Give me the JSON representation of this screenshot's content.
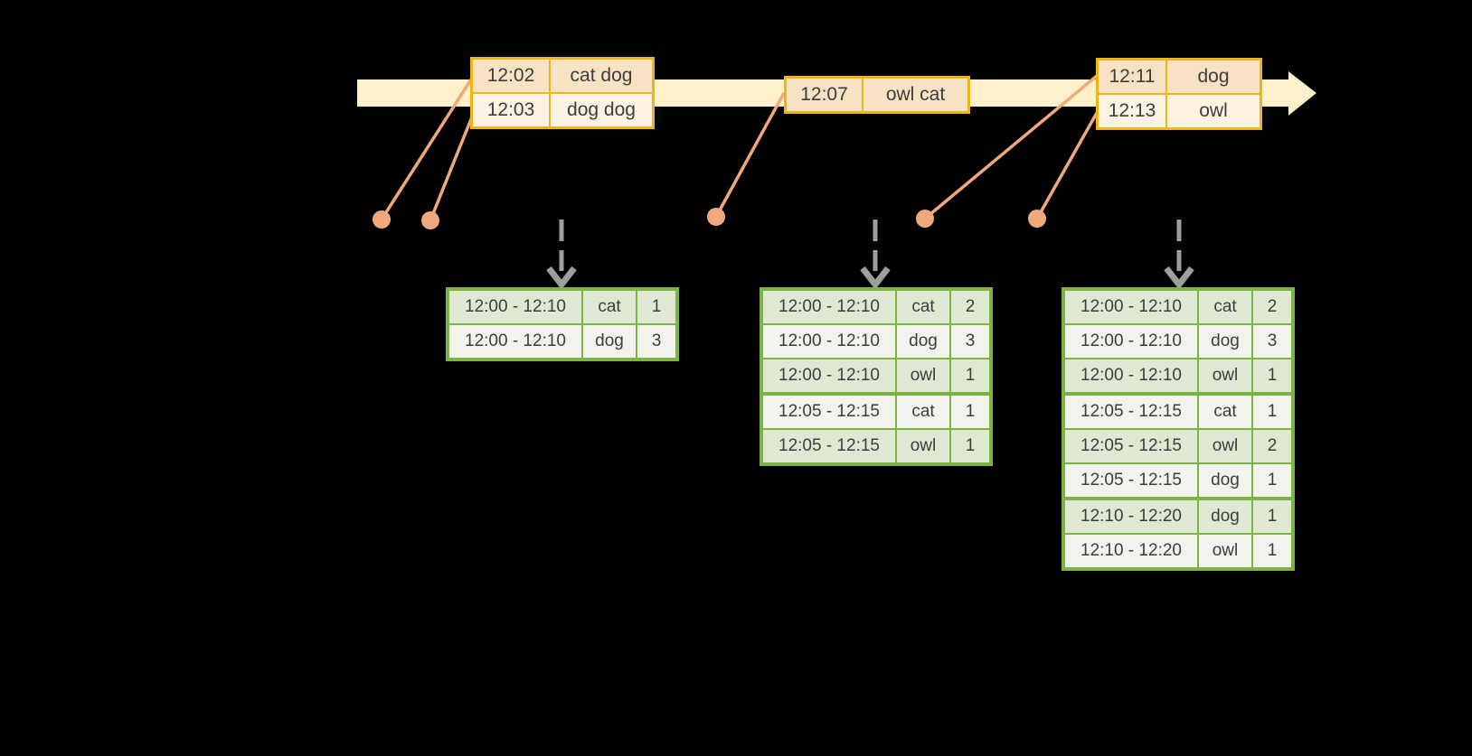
{
  "diagram_type": "streaming-windowed-word-count-timeline",
  "colors": {
    "background": "#000000",
    "timeline_band": "#fdf0cb",
    "input_table_border": "#f0b416",
    "input_row_peach": "#f8e2c4",
    "input_row_cream": "#fdf3e3",
    "event_accent": "#f1a87b",
    "trigger_arrow_gray": "#9e9e9e",
    "result_table_border": "#7cb342",
    "result_row_sage": "#dfe8d3",
    "result_row_light": "#f1f4ec",
    "text": "#3d3d3d"
  },
  "input_tables": [
    {
      "name": "input-batch-1",
      "rows": [
        {
          "time": "12:02",
          "words": "cat dog"
        },
        {
          "time": "12:03",
          "words": "dog dog"
        }
      ]
    },
    {
      "name": "input-batch-2",
      "rows": [
        {
          "time": "12:07",
          "words": "owl cat"
        }
      ]
    },
    {
      "name": "input-batch-3",
      "rows": [
        {
          "time": "12:11",
          "words": "dog"
        },
        {
          "time": "12:13",
          "words": "owl"
        }
      ]
    }
  ],
  "result_tables": [
    {
      "name": "result-table-1",
      "rows": [
        {
          "window": "12:00 - 12:10",
          "word": "cat",
          "count": "1"
        },
        {
          "window": "12:00 - 12:10",
          "word": "dog",
          "count": "3"
        }
      ]
    },
    {
      "name": "result-table-2",
      "rows": [
        {
          "window": "12:00 - 12:10",
          "word": "cat",
          "count": "2"
        },
        {
          "window": "12:00 - 12:10",
          "word": "dog",
          "count": "3"
        },
        {
          "window": "12:00 - 12:10",
          "word": "owl",
          "count": "1"
        },
        {
          "window": "12:05 - 12:15",
          "word": "cat",
          "count": "1"
        },
        {
          "window": "12:05 - 12:15",
          "word": "owl",
          "count": "1"
        }
      ]
    },
    {
      "name": "result-table-3",
      "rows": [
        {
          "window": "12:00 - 12:10",
          "word": "cat",
          "count": "2"
        },
        {
          "window": "12:00 - 12:10",
          "word": "dog",
          "count": "3"
        },
        {
          "window": "12:00 - 12:10",
          "word": "owl",
          "count": "1"
        },
        {
          "window": "12:05 - 12:15",
          "word": "cat",
          "count": "1"
        },
        {
          "window": "12:05 - 12:15",
          "word": "owl",
          "count": "2"
        },
        {
          "window": "12:05 - 12:15",
          "word": "dog",
          "count": "1"
        },
        {
          "window": "12:10 - 12:20",
          "word": "dog",
          "count": "1"
        },
        {
          "window": "12:10 - 12:20",
          "word": "owl",
          "count": "1"
        }
      ]
    }
  ]
}
